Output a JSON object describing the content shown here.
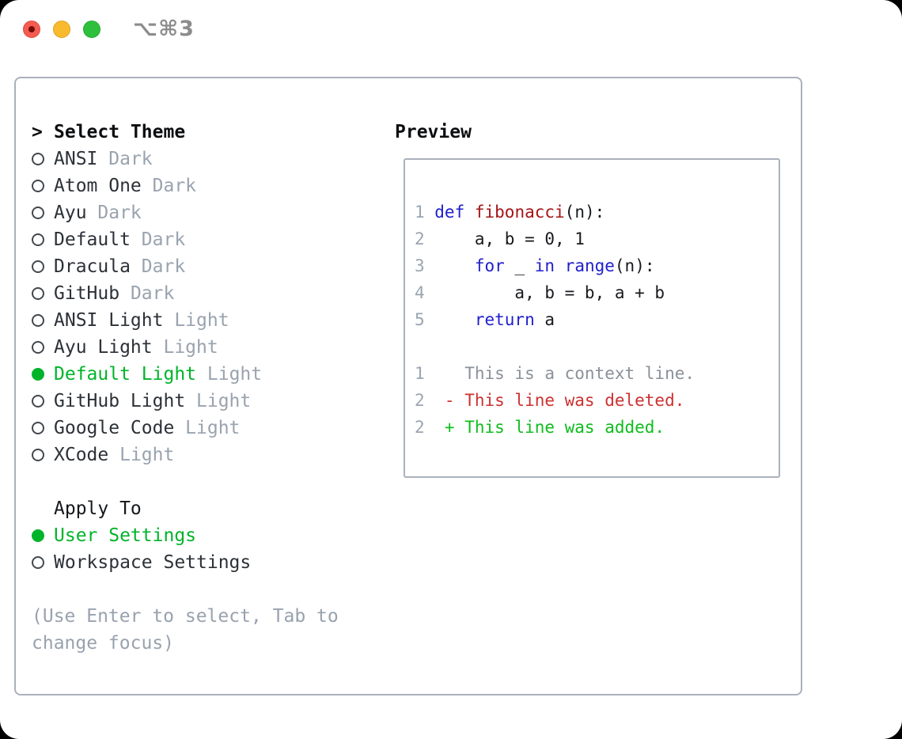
{
  "window": {
    "title": "⌥⌘3",
    "traffic_lights": [
      "close",
      "minimize",
      "zoom"
    ]
  },
  "colors": {
    "selection_green": "#00b42a",
    "added_green": "#0fbd1d",
    "deleted_red": "#cd3131",
    "keyword_blue": "#2020cc",
    "function_red": "#a31515",
    "muted_gray": "#99a3af",
    "panel_border": "#a9b1bc",
    "traffic_red": "#f45c51",
    "traffic_yellow": "#f8bb2d",
    "traffic_green": "#2ec03c"
  },
  "theme_selector": {
    "prompt": ">",
    "heading": "Select Theme",
    "items": [
      {
        "name": "ANSI",
        "variant": "Dark",
        "selected": false
      },
      {
        "name": "Atom One",
        "variant": "Dark",
        "selected": false
      },
      {
        "name": "Ayu",
        "variant": "Dark",
        "selected": false
      },
      {
        "name": "Default",
        "variant": "Dark",
        "selected": false
      },
      {
        "name": "Dracula",
        "variant": "Dark",
        "selected": false
      },
      {
        "name": "GitHub",
        "variant": "Dark",
        "selected": false
      },
      {
        "name": "ANSI Light",
        "variant": "Light",
        "selected": false
      },
      {
        "name": "Ayu Light",
        "variant": "Light",
        "selected": false
      },
      {
        "name": "Default Light",
        "variant": "Light",
        "selected": true
      },
      {
        "name": "GitHub Light",
        "variant": "Light",
        "selected": false
      },
      {
        "name": "Google Code",
        "variant": "Light",
        "selected": false
      },
      {
        "name": "XCode",
        "variant": "Light",
        "selected": false
      }
    ]
  },
  "apply_to": {
    "heading": "Apply To",
    "options": [
      {
        "label": "User Settings",
        "selected": true
      },
      {
        "label": "Workspace Settings",
        "selected": false
      }
    ]
  },
  "hint": {
    "line1": "(Use Enter to select, Tab to",
    "line2": "change focus)"
  },
  "preview": {
    "heading": "Preview",
    "lines": [
      {
        "num": "1",
        "tokens": [
          {
            "text": "def",
            "style": "keyword"
          },
          {
            "text": " "
          },
          {
            "text": "fibonacci",
            "style": "function"
          },
          {
            "text": "(n):"
          }
        ]
      },
      {
        "num": "2",
        "tokens": [
          {
            "text": "    a, b = 0, 1"
          }
        ]
      },
      {
        "num": "3",
        "tokens": [
          {
            "text": "    "
          },
          {
            "text": "for",
            "style": "keyword"
          },
          {
            "text": " _ "
          },
          {
            "text": "in",
            "style": "keyword"
          },
          {
            "text": " "
          },
          {
            "text": "range",
            "style": "keyword"
          },
          {
            "text": "(n):"
          }
        ]
      },
      {
        "num": "4",
        "tokens": [
          {
            "text": "        a, b = b, a + b"
          }
        ]
      },
      {
        "num": "5",
        "tokens": [
          {
            "text": "    "
          },
          {
            "text": "return",
            "style": "keyword"
          },
          {
            "text": " a"
          }
        ]
      },
      {
        "num": "",
        "tokens": [
          {
            "text": ""
          }
        ]
      },
      {
        "num": "1",
        "tokens": [
          {
            "text": "   This is a context line.",
            "style": "context"
          }
        ]
      },
      {
        "num": "2",
        "tokens": [
          {
            "text": " - This line was deleted.",
            "style": "deleted"
          }
        ]
      },
      {
        "num": "2",
        "tokens": [
          {
            "text": " + This line was added.",
            "style": "added"
          }
        ]
      }
    ]
  }
}
